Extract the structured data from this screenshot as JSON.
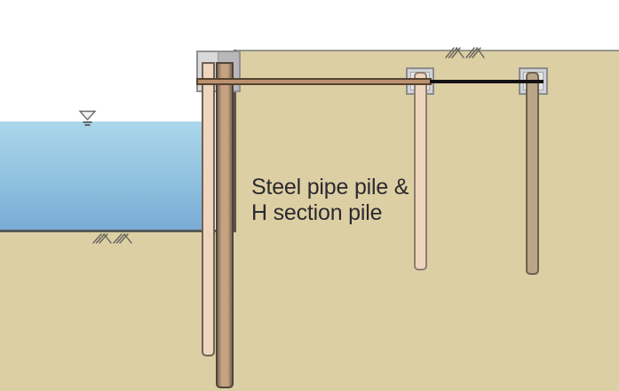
{
  "diagram": {
    "caption": {
      "line1": "Steel pipe pile &",
      "line2": "H section pile",
      "full": "Steel pipe pile & H section pile"
    },
    "colors": {
      "sky": "#ffffff",
      "water_top": "#abd7ea",
      "water_bottom": "#7aabd6",
      "soil": "#ddcfa4",
      "steel_pipe_pile_fill": "#eed6be",
      "h_section_pile_fill": "#c6a281",
      "anchor_pile_right_fill": "#b9a687",
      "pile_outline_dark": "#4e453b",
      "cap_light_gray": "#d9d9d9",
      "cap_dark_gray": "#b8b8bb",
      "cap_border": "#909090",
      "waler_fill": "#bb916e",
      "waler_border": "#55432f",
      "tie_rod": "#121212",
      "ground_surface_line": "#96968e",
      "seabed_line": "#565a58",
      "hatch_symbol": "#63635b",
      "caption_text": "#2a2a30"
    },
    "symbols": {
      "water_level": "water-level-icon",
      "ground_surface_hatch": "ground-hatch-icon",
      "seabed_hatch": "seabed-hatch-icon"
    }
  }
}
